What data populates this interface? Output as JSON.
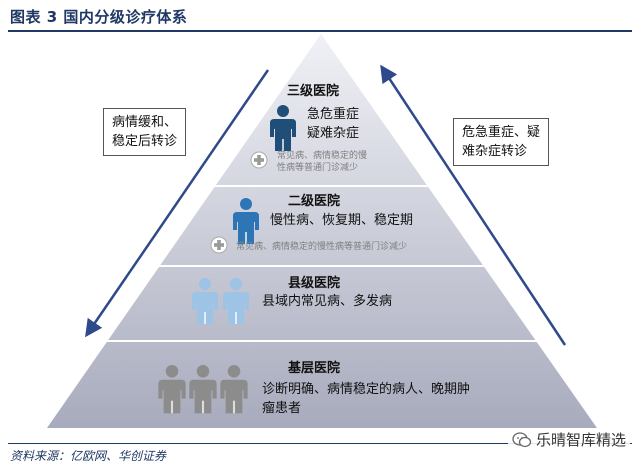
{
  "header": {
    "title": "图表 3 国内分级诊疗体系"
  },
  "left_box": {
    "lines": [
      "病情缓和、",
      "稳定后转诊"
    ]
  },
  "right_box": {
    "lines": [
      "危急重症、疑",
      "难杂症转诊"
    ]
  },
  "levels": [
    {
      "title": "三级医院",
      "desc_lines": [
        "急危重症",
        "疑难杂症"
      ],
      "people": 1,
      "person_color": "#1f4e79",
      "note_lines": [
        "常见病、病情稳定的慢",
        "性病等普通门诊减少"
      ]
    },
    {
      "title": "二级医院",
      "desc_lines": [
        "慢性病、恢复期、稳定期"
      ],
      "people": 1,
      "person_color": "#2e75b6",
      "note_lines": [
        "常见病、病情稳定的慢性病等普通门诊减少"
      ]
    },
    {
      "title": "县级医院",
      "desc_lines": [
        "县域内常见病、多发病"
      ],
      "people": 2,
      "person_color": "#9dc3e6",
      "note_lines": []
    },
    {
      "title": "基层医院",
      "desc_lines": [
        "诊断明确、病情稳定的病人、晚期肿",
        "瘤患者"
      ],
      "people": 3,
      "person_color": "#8c8c8c",
      "note_lines": []
    }
  ],
  "colors": {
    "arrow": "#2f4a8a",
    "triangle_top": "#f0f1f6",
    "triangle_bottom": "#a8abbd",
    "band_line": "#ffffff"
  },
  "footer": {
    "source": "资料来源：亿欧网、华创证券",
    "watermark": "乐晴智库精选"
  }
}
